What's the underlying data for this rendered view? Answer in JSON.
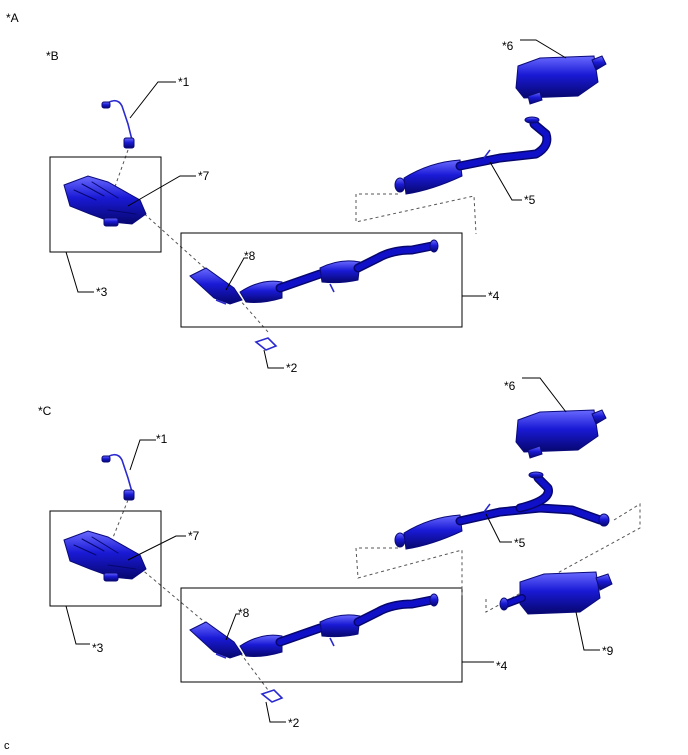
{
  "figure": {
    "code": "c",
    "view_a_label": "*A"
  },
  "section_b": {
    "label": "*B",
    "callouts": {
      "c1": "*1",
      "c2": "*2",
      "c3": "*3",
      "c4": "*4",
      "c5": "*5",
      "c6": "*6",
      "c7": "*7",
      "c8": "*8"
    }
  },
  "section_c": {
    "label": "*C",
    "callouts": {
      "c1": "*1",
      "c2": "*2",
      "c3": "*3",
      "c4": "*4",
      "c5": "*5",
      "c6": "*6",
      "c7": "*7",
      "c8": "*8",
      "c9": "*9"
    }
  },
  "colors": {
    "part_fill": "#1a1ad6",
    "part_highlight": "#6a6aff",
    "part_shadow": "#06066e",
    "line": "#000000"
  },
  "icons": {
    "sensor": "oxygen-sensor-icon",
    "manifold": "exhaust-manifold-icon",
    "muffler": "muffler-icon"
  }
}
